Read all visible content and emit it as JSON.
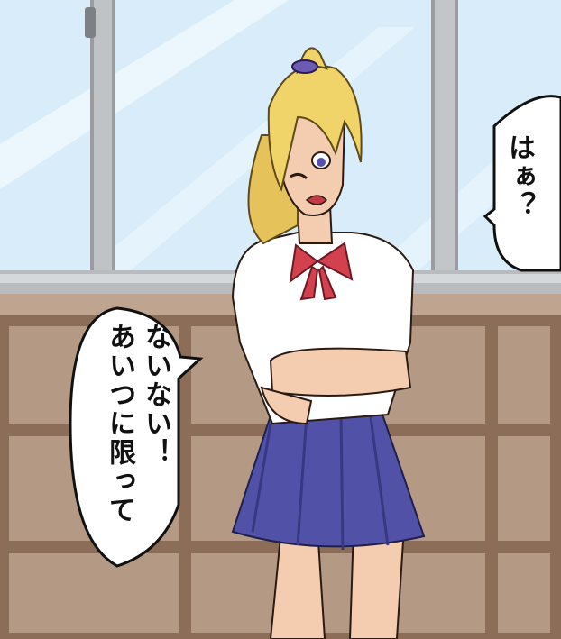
{
  "panel": {
    "speech_right": "はぁ？",
    "speech_left_line1": "ないない！",
    "speech_left_line2": "あいつに限って"
  },
  "colors": {
    "sky": "#d6ecf8",
    "frame": "#8d8f93",
    "shelf": "#a7876d",
    "skirt": "#5151a8",
    "hair": "#f0d46a",
    "ribbon": "#d3404e",
    "skin": "#f4cdb0",
    "shirt": "#ffffff"
  }
}
